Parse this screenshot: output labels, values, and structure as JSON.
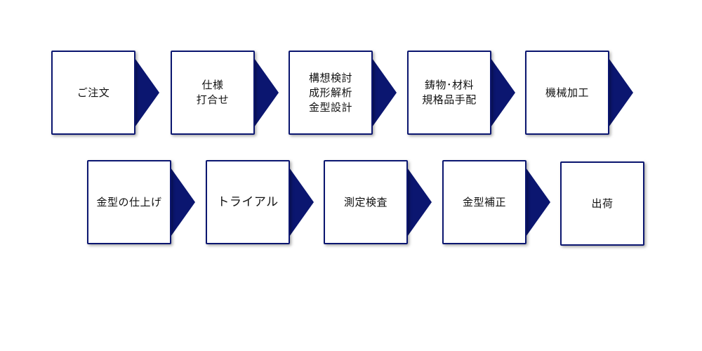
{
  "steps": [
    {
      "id": "order",
      "label": "ご注文"
    },
    {
      "id": "spec-meeting",
      "label": "仕様\n打合せ"
    },
    {
      "id": "design-review",
      "label": "構想検討\n成形解析\n金型設計"
    },
    {
      "id": "material-procurement",
      "label": "鋳物･材料\n規格品手配"
    },
    {
      "id": "machining",
      "label": "機械加工"
    },
    {
      "id": "mold-finishing",
      "label": "金型の仕上げ"
    },
    {
      "id": "trial",
      "label": "トライアル"
    },
    {
      "id": "inspection",
      "label": "測定検査"
    },
    {
      "id": "mold-correction",
      "label": "金型補正"
    },
    {
      "id": "shipment",
      "label": "出荷"
    }
  ],
  "colors": {
    "border": "#0b1670",
    "arrow": "#0b1670",
    "text": "#111111",
    "background": "#ffffff"
  }
}
